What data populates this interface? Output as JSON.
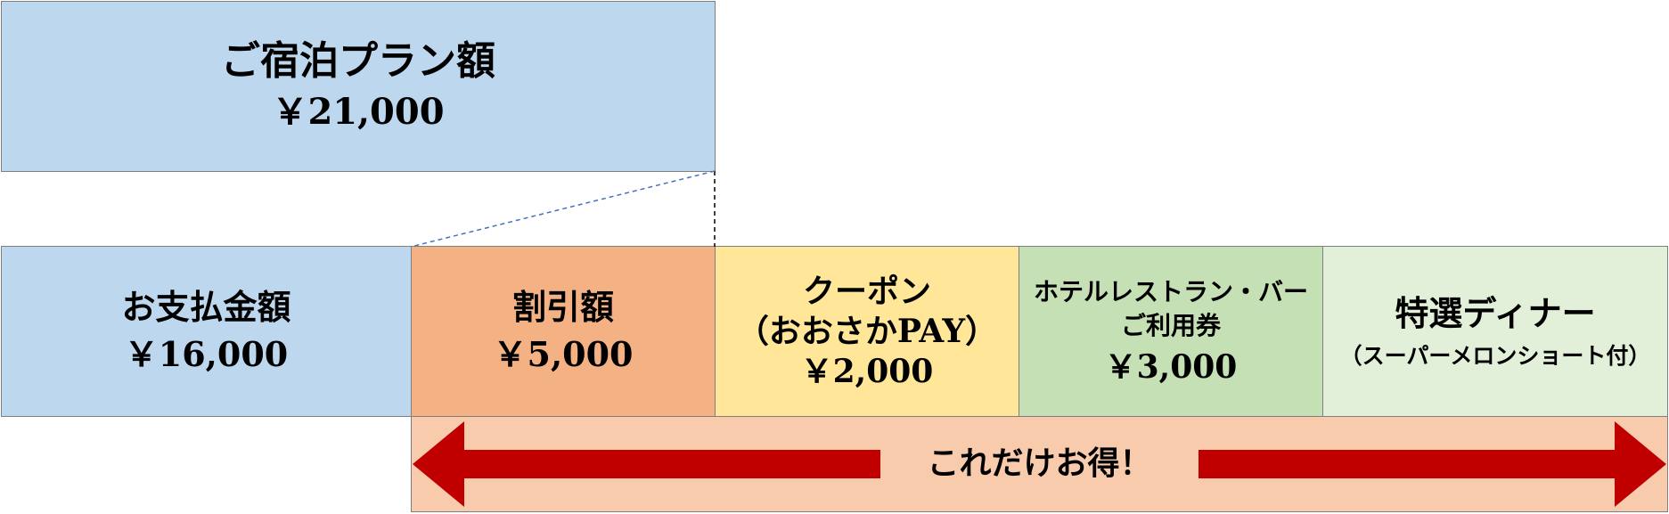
{
  "plan": {
    "label": "ご宿泊プラン額",
    "amount": "￥21,000"
  },
  "payment": {
    "label": "お支払金額",
    "amount": "￥16,000"
  },
  "discount": {
    "label": "割引額",
    "amount": "￥5,000"
  },
  "coupon": {
    "label": "クーポン",
    "sub": "（おおさかPAY）",
    "amount": "￥2,000"
  },
  "hotel_voucher": {
    "label_line1": "ホテルレストラン・バー",
    "label_line2": "ご利用券",
    "amount": "￥3,000"
  },
  "dinner": {
    "label": "特選ディナー",
    "sub": "（スーパーメロンショート付）"
  },
  "savings": {
    "label": "これだけお得！"
  },
  "colors": {
    "blue": "#bdd7ee",
    "orange": "#f4b183",
    "yellow": "#ffe699",
    "green": "#c5e0b4",
    "light_green": "#e2f0d9",
    "peach": "#f8cbad",
    "arrow_red": "#c00000"
  }
}
